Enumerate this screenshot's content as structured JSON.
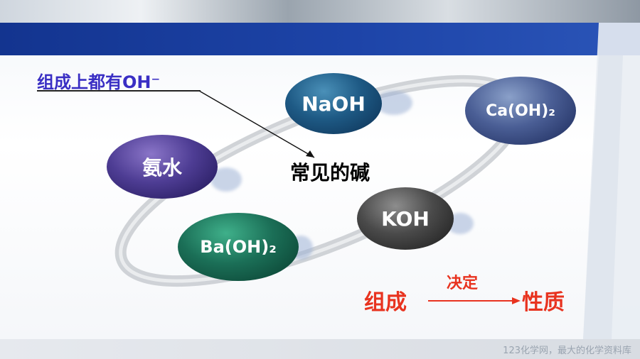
{
  "composition_note": "组成上都有OH⁻",
  "center_label": "常见的碱",
  "bases": {
    "naoh": "NaOH",
    "caoh2": "Ca(OH)₂",
    "ammonia": "氨水",
    "koh": "KOH",
    "baoh2": "Ba(OH)₂"
  },
  "relation": {
    "left": "组成",
    "middle": "决定",
    "right": "性质"
  },
  "footer": "123化学网，最大的化学资料库",
  "colors": {
    "accent_red": "#e8331f",
    "note_blue": "#3a2fc4",
    "band_blue": "#1d44a8"
  }
}
